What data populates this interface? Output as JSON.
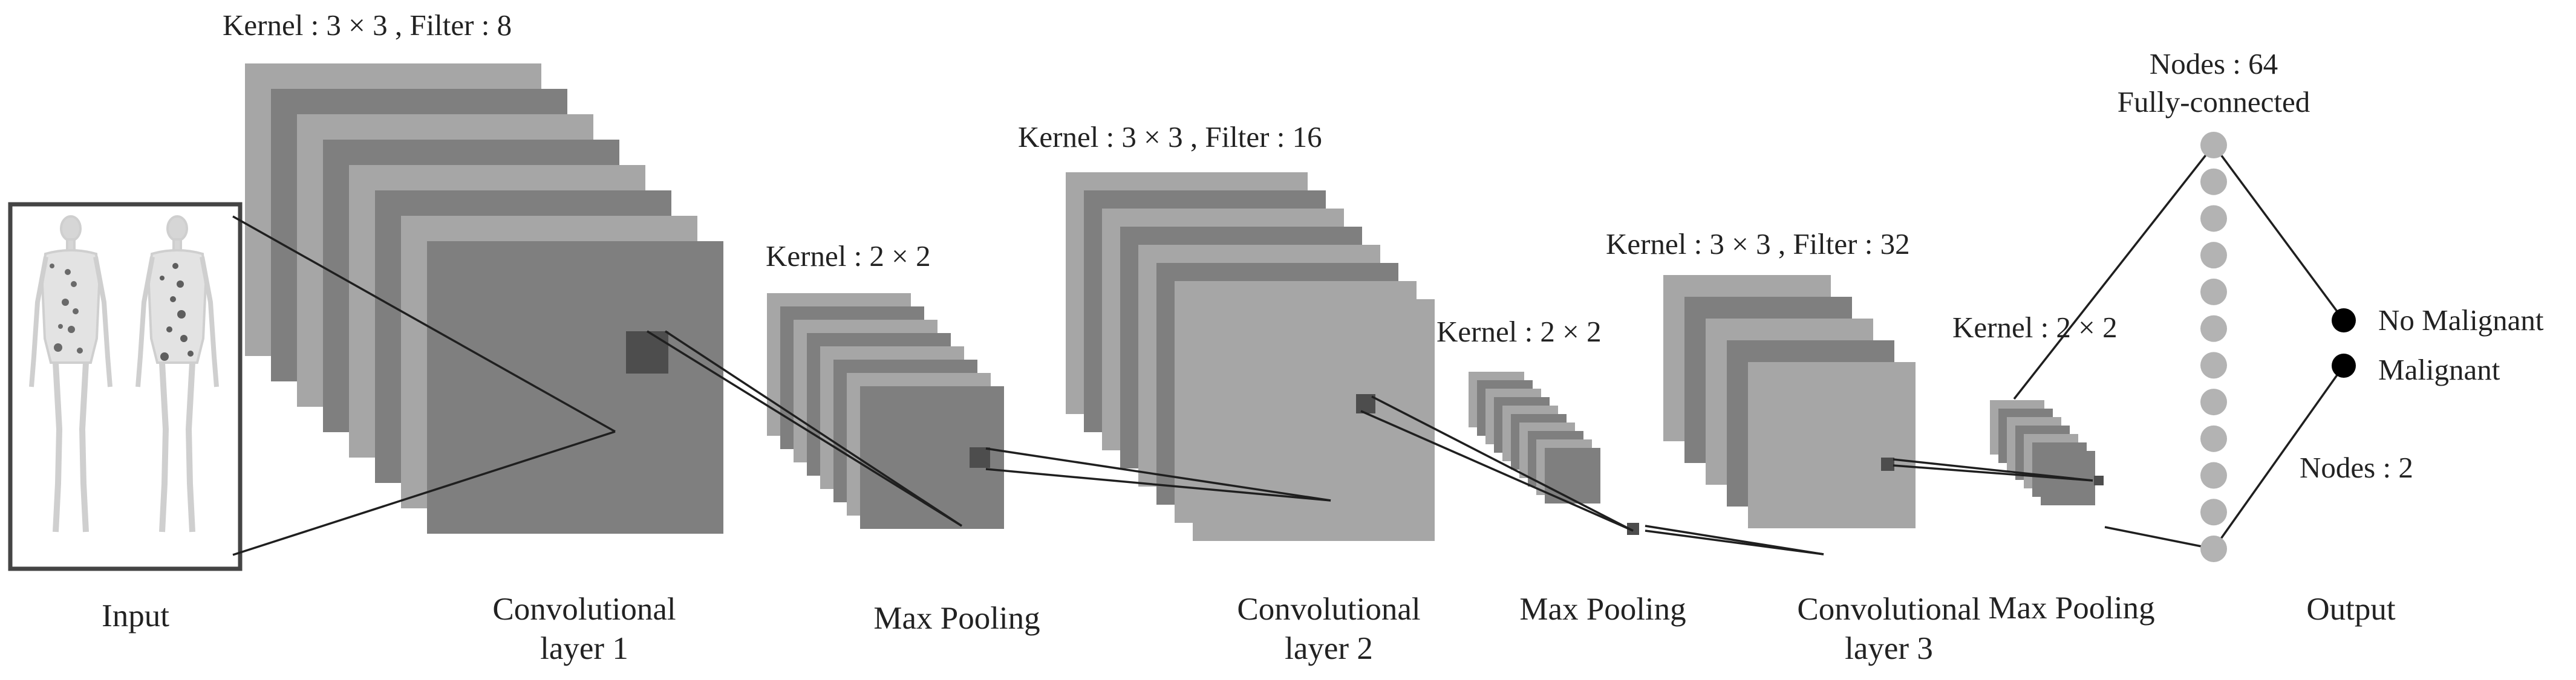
{
  "colors": {
    "light": "#a6a6a6",
    "dark": "#7f7f7f",
    "square": "#4d4d4d",
    "node": "#b3b3b3",
    "output_node": "#000000",
    "line": "#1f1f1f"
  },
  "input": {
    "label": "Input",
    "image": "whole-body bone scan (anterior and posterior views)"
  },
  "conv1": {
    "kernel": "Kernel : 3 × 3 , Filter : 8",
    "label_line1": "Convolutional",
    "label_line2": "layer 1"
  },
  "pool1": {
    "kernel": "Kernel : 2 × 2",
    "label": "Max Pooling"
  },
  "conv2": {
    "kernel": "Kernel : 3 × 3 , Filter : 16",
    "label_line1": "Convolutional",
    "label_line2": "layer 2"
  },
  "pool2": {
    "kernel": "Kernel : 2 × 2",
    "label": "Max Pooling"
  },
  "conv3": {
    "kernel": "Kernel : 3 × 3 , Filter : 32",
    "label_line1": "Convolutional",
    "label_line2": "layer 3"
  },
  "pool3": {
    "kernel": "Kernel : 2 × 2",
    "label": "Max Pooling"
  },
  "dense": {
    "nodes": "Nodes : 64",
    "type": "Fully-connected",
    "node_count_drawn": 12
  },
  "output": {
    "label": "Output",
    "nodes": "Nodes : 2",
    "classes": [
      "No Malignant",
      "Malignant"
    ]
  }
}
